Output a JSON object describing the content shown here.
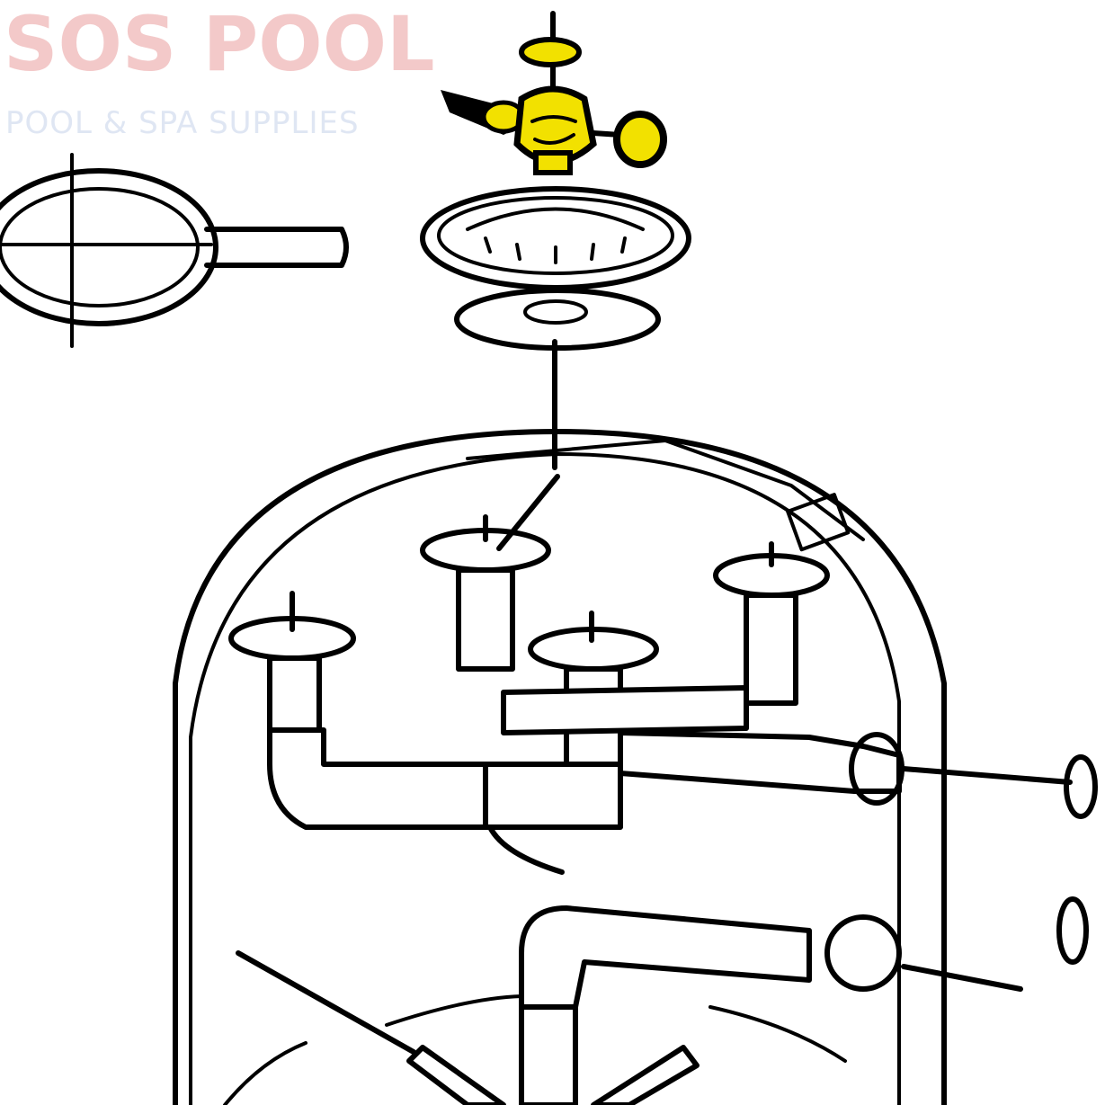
{
  "watermark": {
    "brand": "SOS POOL",
    "tagline": "POOL & SPA SUPPLIES"
  },
  "colors": {
    "highlight": "#f2e100",
    "line": "#000000",
    "watermark_red": "#f3c9c9",
    "watermark_blue": "#dfe6f3"
  },
  "parts": [
    "multiport-valve-highlighted",
    "valve-gasket-dome",
    "o-ring",
    "tank",
    "laterals",
    "manifold-pipes",
    "o-rings-side",
    "wrench-tool"
  ]
}
